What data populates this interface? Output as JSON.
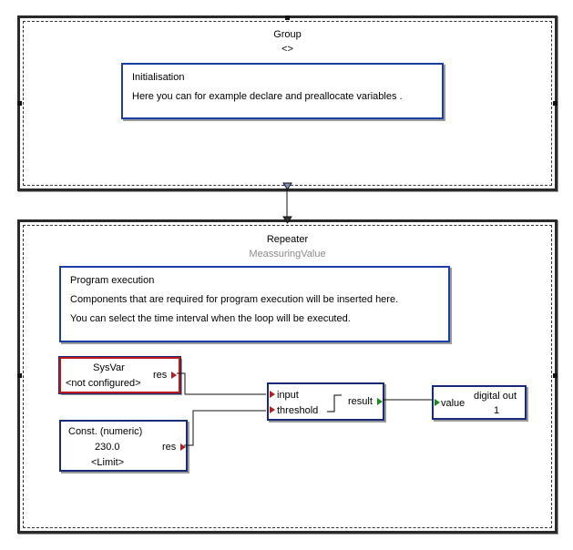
{
  "group": {
    "title": "Group",
    "subtitle": "<>",
    "comment": {
      "title": "Initialisation",
      "line1": "Here you can for example declare and preallocate variables ."
    }
  },
  "repeater": {
    "title": "Repeater",
    "subtitle": "MeassuringValue",
    "comment": {
      "title": "Program execution",
      "line1": "Components that are required for program execution will be inserted here.",
      "line2": "You can select the time interval when the loop will be executed."
    }
  },
  "blocks": {
    "sysvar": {
      "name": "SysVar",
      "status": "<not configured>",
      "out_port": "res"
    },
    "constant": {
      "name": "Const. (numeric)",
      "value": "230.0",
      "label": "<Limit>",
      "out_port": "res"
    },
    "comparator": {
      "in1": "input",
      "in2": "threshold",
      "out_port": "result"
    },
    "digital_out": {
      "in_port": "value",
      "name": "digital out",
      "channel": "1"
    }
  },
  "colors": {
    "container_border": "#2a2a2a",
    "comment_border": "#1a3ea6",
    "block_border": "#1a2a7a",
    "error_border": "#c01818",
    "port_red": "#b02020",
    "port_green": "#1a8a1a",
    "subtitle_gray": "#8a8a8a"
  }
}
